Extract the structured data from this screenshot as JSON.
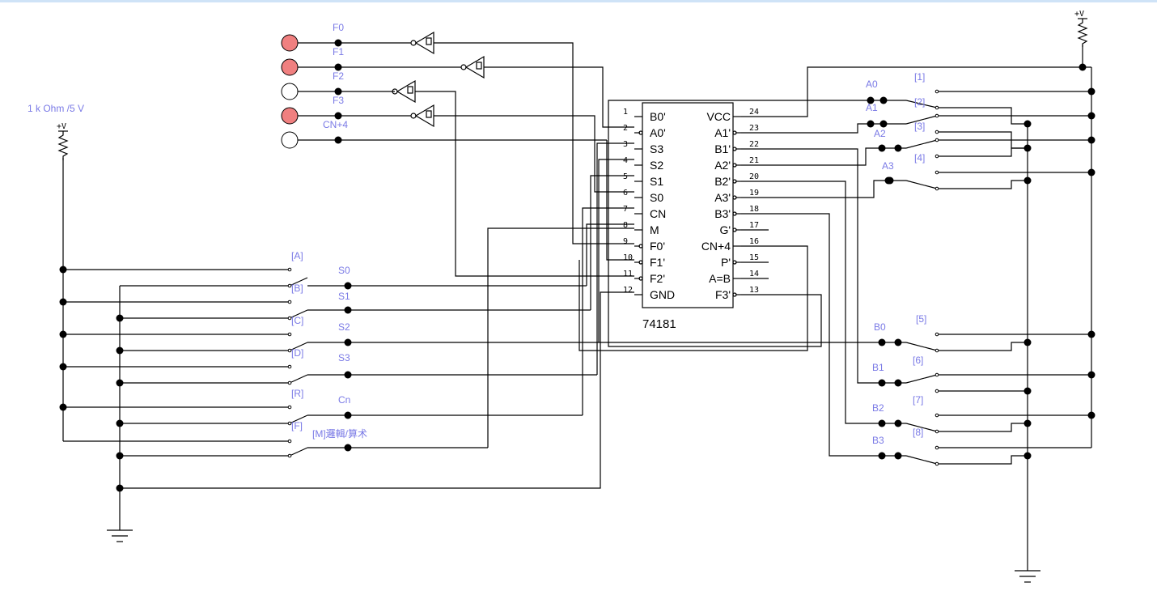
{
  "labels": {
    "resistor_left": "1 k Ohm /5 V",
    "vplus": "+V",
    "chip_name": "74181",
    "mode_switch": "[M]邏輯/算术"
  },
  "leds": [
    {
      "id": "F0",
      "label": "F0",
      "color": "#f08080"
    },
    {
      "id": "F1",
      "label": "F1",
      "color": "#f08080"
    },
    {
      "id": "F2",
      "label": "F2",
      "color": "#ffffff"
    },
    {
      "id": "F3",
      "label": "F3",
      "color": "#f08080"
    },
    {
      "id": "CN4",
      "label": "CN+4",
      "color": "#ffffff"
    }
  ],
  "left_switches": [
    {
      "key": "[A]",
      "net": "S0"
    },
    {
      "key": "[B]",
      "net": "S1"
    },
    {
      "key": "[C]",
      "net": "S2"
    },
    {
      "key": "[D]",
      "net": "S3"
    },
    {
      "key": "[R]",
      "net": "Cn"
    },
    {
      "key": "[F]",
      "net": ""
    }
  ],
  "right_switches": [
    {
      "key": "[1]",
      "net": "A0"
    },
    {
      "key": "[2]",
      "net": "A1"
    },
    {
      "key": "[3]",
      "net": "A2"
    },
    {
      "key": "[4]",
      "net": "A3"
    },
    {
      "key": "[5]",
      "net": "B0"
    },
    {
      "key": "[6]",
      "net": "B1"
    },
    {
      "key": "[7]",
      "net": "B2"
    },
    {
      "key": "[8]",
      "net": "B3"
    }
  ],
  "chip": {
    "left_pins": [
      {
        "num": "1",
        "name": "B0'"
      },
      {
        "num": "2",
        "name": "A0'"
      },
      {
        "num": "3",
        "name": "S3"
      },
      {
        "num": "4",
        "name": "S2"
      },
      {
        "num": "5",
        "name": "S1"
      },
      {
        "num": "6",
        "name": "S0"
      },
      {
        "num": "7",
        "name": "CN"
      },
      {
        "num": "8",
        "name": "M"
      },
      {
        "num": "9",
        "name": "F0'"
      },
      {
        "num": "10",
        "name": "F1'"
      },
      {
        "num": "11",
        "name": "F2'"
      },
      {
        "num": "12",
        "name": "GND"
      }
    ],
    "right_pins": [
      {
        "num": "24",
        "name": "VCC"
      },
      {
        "num": "23",
        "name": "A1'"
      },
      {
        "num": "22",
        "name": "B1'"
      },
      {
        "num": "21",
        "name": "A2'"
      },
      {
        "num": "20",
        "name": "B2'"
      },
      {
        "num": "19",
        "name": "A3'"
      },
      {
        "num": "18",
        "name": "B3'"
      },
      {
        "num": "17",
        "name": "G'"
      },
      {
        "num": "16",
        "name": "CN+4"
      },
      {
        "num": "15",
        "name": "P'"
      },
      {
        "num": "14",
        "name": "A=B"
      },
      {
        "num": "13",
        "name": "F3'"
      }
    ]
  }
}
